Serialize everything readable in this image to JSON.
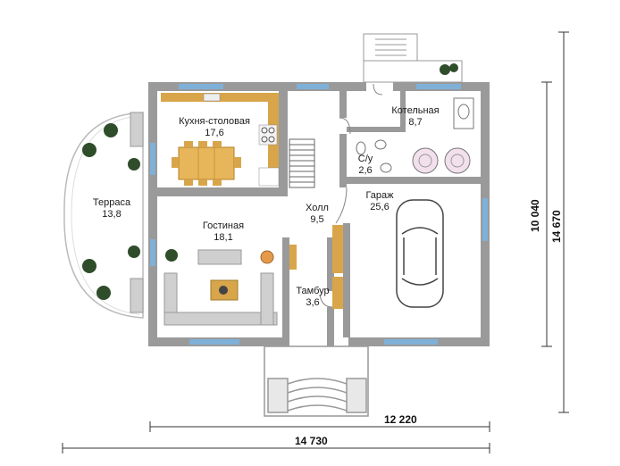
{
  "rooms": {
    "kitchen": {
      "name": "Кухня-столовая",
      "area": "17,6"
    },
    "terrace": {
      "name": "Терраса",
      "area": "13,8"
    },
    "living": {
      "name": "Гостиная",
      "area": "18,1"
    },
    "hall": {
      "name": "Холл",
      "area": "9,5"
    },
    "wc": {
      "name": "С/у",
      "area": "2,6"
    },
    "boiler": {
      "name": "Котельная",
      "area": "8,7"
    },
    "garage": {
      "name": "Гараж",
      "area": "25,6"
    },
    "vestibule": {
      "name": "Тамбур",
      "area": "3,6"
    }
  },
  "dimensions": {
    "width_inner": "12 220",
    "width_total": "14 730",
    "depth_inner": "10 040",
    "depth_total": "14 670"
  },
  "colors": {
    "wall": "#9a9a9a",
    "wood": "#d9a54a",
    "window": "#7fb0d8",
    "plant": "#2f4d2a"
  }
}
